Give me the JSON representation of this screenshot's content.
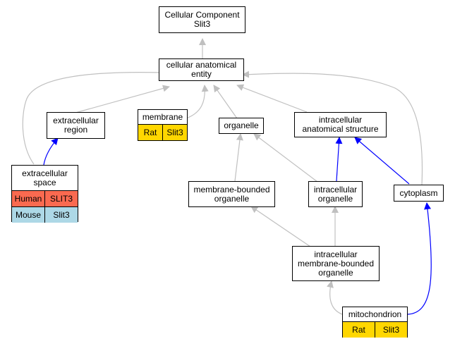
{
  "colors": {
    "edge_default": "#c0c0c0",
    "edge_highlight": "#0000ff",
    "rat": "#ffd700",
    "human": "#fa6a50",
    "mouse": "#add8e6"
  },
  "nodes": {
    "root": "Cellular Component\nSlit3",
    "cae": "cellular anatomical\nentity",
    "extracellular_region": "extracellular\nregion",
    "membrane": "membrane",
    "organelle": "organelle",
    "intracellular_structure": "intracellular\nanatomical structure",
    "extracellular_space": "extracellular\nspace",
    "membrane_bounded": "membrane-bounded\norganelle",
    "intracellular_organelle": "intracellular\norganelle",
    "cytoplasm": "cytoplasm",
    "intra_mb_organelle": "intracellular\nmembrane-bounded\norganelle",
    "mitochondrion": "mitochondrion"
  },
  "annotations": {
    "membrane": [
      {
        "species": "Rat",
        "gene": "Slit3"
      }
    ],
    "extracellular_space": [
      {
        "species": "Human",
        "gene": "SLIT3"
      },
      {
        "species": "Mouse",
        "gene": "Slit3"
      }
    ],
    "mitochondrion": [
      {
        "species": "Rat",
        "gene": "Slit3"
      }
    ]
  }
}
